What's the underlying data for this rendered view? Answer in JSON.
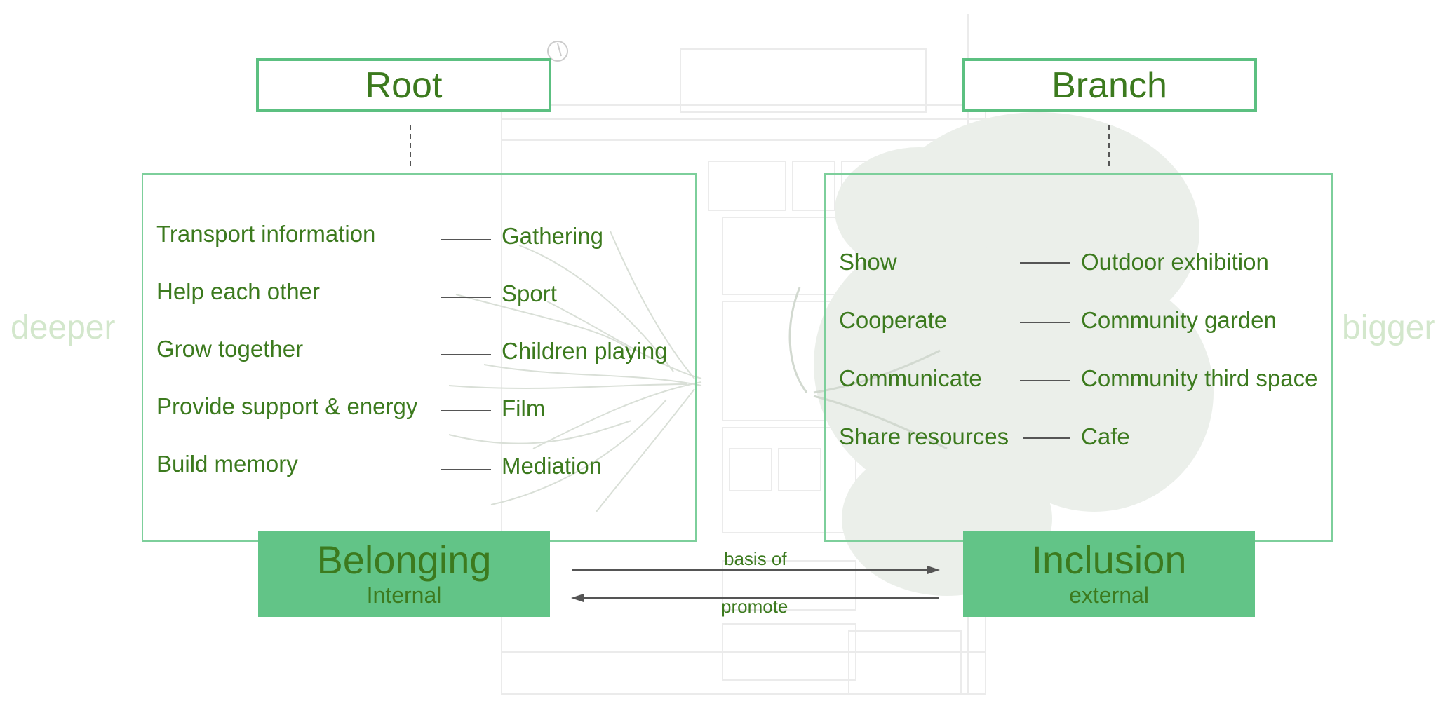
{
  "colors": {
    "accent": "#5cc081",
    "panel_border": "#7dcf9b",
    "fill": "#62c487",
    "text": "#3c7a1e",
    "faint_text": "#d3e7cc",
    "line": "#555555"
  },
  "root": {
    "title": "Root",
    "side_word": "deeper",
    "items": [
      {
        "left": "Transport information",
        "right": "Gathering"
      },
      {
        "left": "Help each other",
        "right": "Sport"
      },
      {
        "left": "Grow together",
        "right": "Children playing"
      },
      {
        "left": "Provide support & energy",
        "right": "Film"
      },
      {
        "left": "Build memory",
        "right": "Mediation"
      }
    ],
    "result": {
      "main": "Belonging",
      "sub": "Internal"
    }
  },
  "branch": {
    "title": "Branch",
    "side_word": "bigger",
    "items": [
      {
        "left": "Show",
        "right": "Outdoor exhibition"
      },
      {
        "left": "Cooperate",
        "right": "Community garden"
      },
      {
        "left": "Communicate",
        "right": "Community third space"
      },
      {
        "left": "Share resources",
        "right": "Cafe"
      }
    ],
    "result": {
      "main": "Inclusion",
      "sub": "external"
    }
  },
  "arrows": {
    "forward_label": "basis of",
    "backward_label": "promote"
  }
}
